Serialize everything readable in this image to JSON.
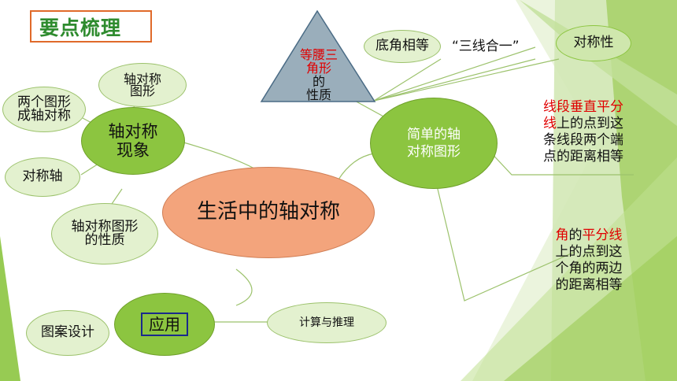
{
  "title": "要点梳理",
  "center": "生活中的轴对称",
  "left_hub": "轴对称\n现象",
  "left_nodes": {
    "axis_figure": "轴对称\n图形",
    "two_figures": "两个图形\n成轴对称",
    "axis": "对称轴",
    "property": "轴对称图形\n的性质"
  },
  "application": {
    "hub": "应用",
    "design": "图案设计",
    "calc": "计算与推理"
  },
  "right_hub": "简单的轴\n对称图形",
  "triangle": {
    "red_part": "等腰三\n角形",
    "black_part": "的\n性质"
  },
  "top_items": {
    "base_angles": "底角相等",
    "three_lines": "“三线合一”",
    "symmetry": "对称性"
  },
  "segment_bisector": {
    "red": "线段垂直平分线",
    "rest": "上的点到这条线段两个端点的距离相等",
    "lines": [
      "线段垂直平分",
      "线上的点到这",
      "条线段两个端",
      "点的距离相等"
    ]
  },
  "angle_bisector": {
    "lines": [
      "角的平分线",
      "上的点到这",
      "个角的两边",
      "的距离相等"
    ]
  },
  "colors": {
    "center_fill": "#f3a47c",
    "green_mid": "#8cc540",
    "green_light": "#e3f1cf",
    "triangle_fill": "#9aaebb",
    "title_border": "#e06a2a",
    "title_text": "#2e8b2e",
    "accent_red": "#e00000"
  }
}
